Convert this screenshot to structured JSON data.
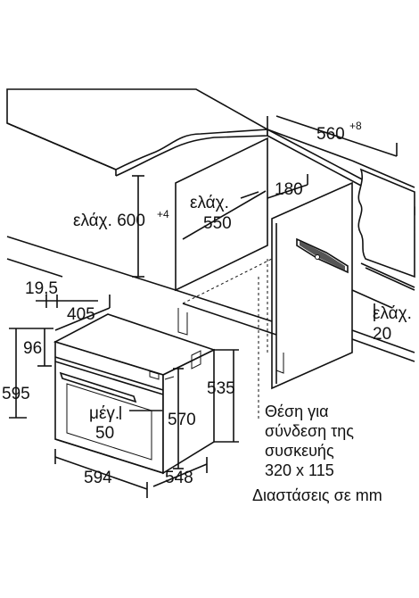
{
  "dimensions": {
    "depth_min": "560",
    "depth_min_sup": "+8",
    "gap_180": "180",
    "height_min_prefix": "ελάχ. 600",
    "height_min_sup": "+4",
    "niche_width_label": "ελάχ.",
    "niche_width_value": "550",
    "side_min_label": "ελάχ.",
    "side_min_value": "20",
    "front_offset": "19,5",
    "panel_depth": "405",
    "panel_height": "96",
    "total_height": "595",
    "body_height_side": "535",
    "body_height": "570",
    "max_label": "μέγ.",
    "max_value": "50",
    "total_width": "594",
    "body_depth": "548"
  },
  "captions": {
    "connection_line1": "Θέση για",
    "connection_line2": "σύνδεση της",
    "connection_line3": "συσκευής",
    "connection_size": "320 x 115",
    "units_note": "Διαστάσεις σε mm"
  }
}
